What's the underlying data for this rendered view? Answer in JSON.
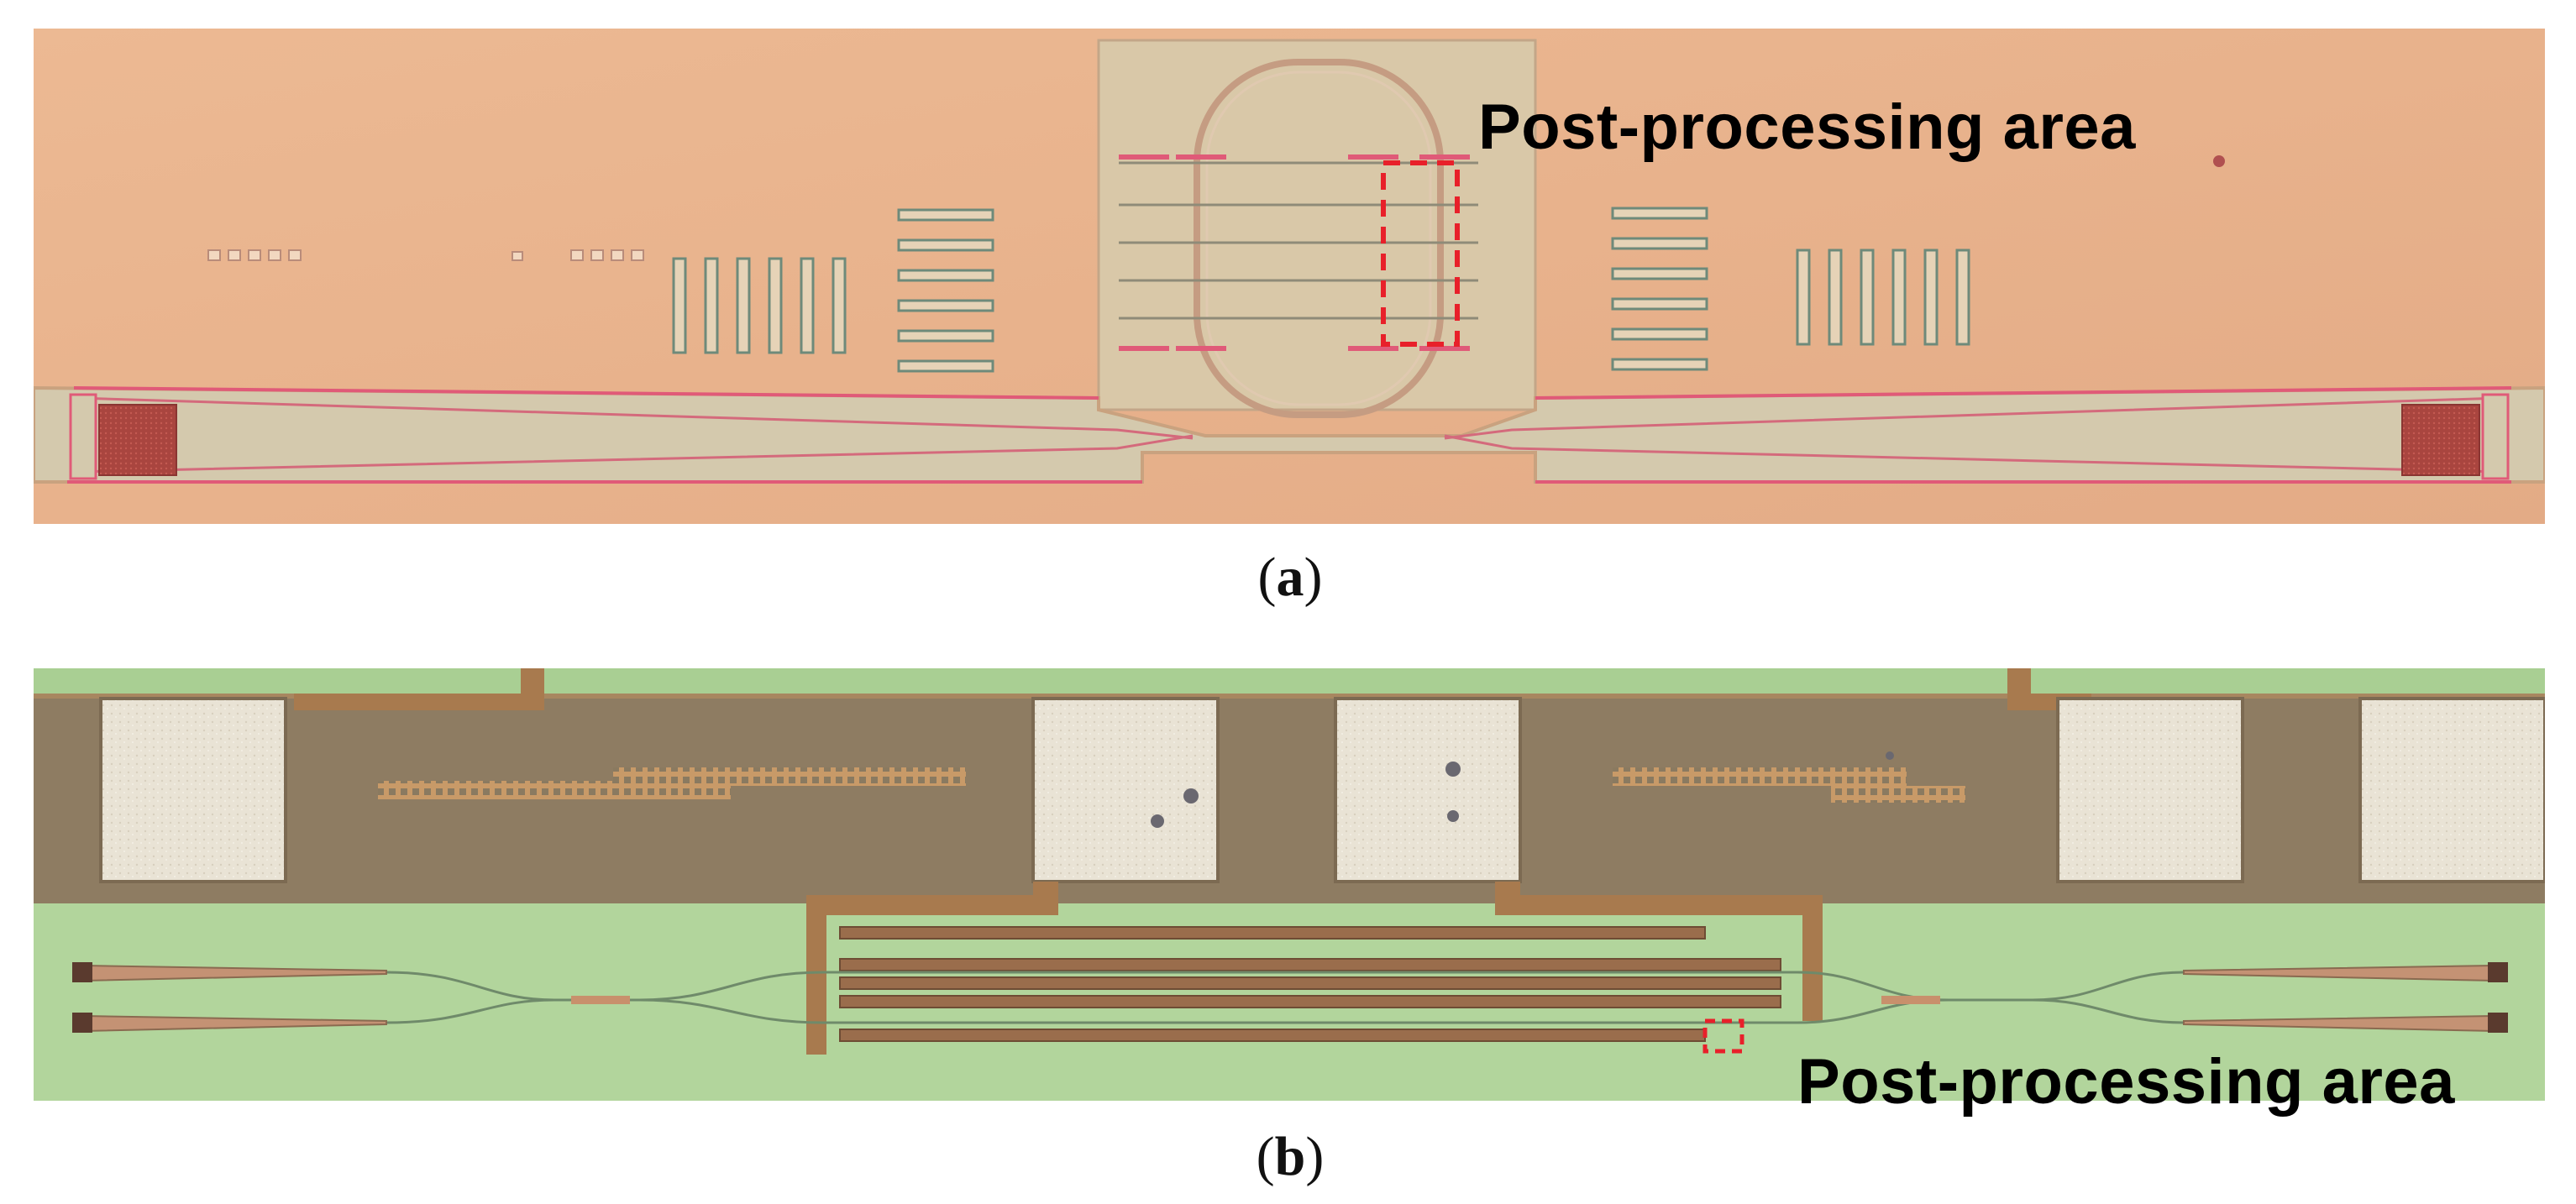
{
  "panel_a": {
    "caption_letter": "a",
    "annotation": "Post-processing area",
    "colors": {
      "substrate": "#e9b48e",
      "oxide": "#d4c9ad",
      "metal_edge": "#e05a78",
      "pad": "#b5504a",
      "marker": "#e8202a"
    }
  },
  "panel_b": {
    "caption_letter": "b",
    "annotation": "Post-processing area",
    "colors": {
      "substrate": "#b0d49a",
      "metal_dark": "#8d7c60",
      "metal_trace": "#a87a4e",
      "bond_pad": "#e8e2d4",
      "marker": "#e8202a"
    }
  }
}
